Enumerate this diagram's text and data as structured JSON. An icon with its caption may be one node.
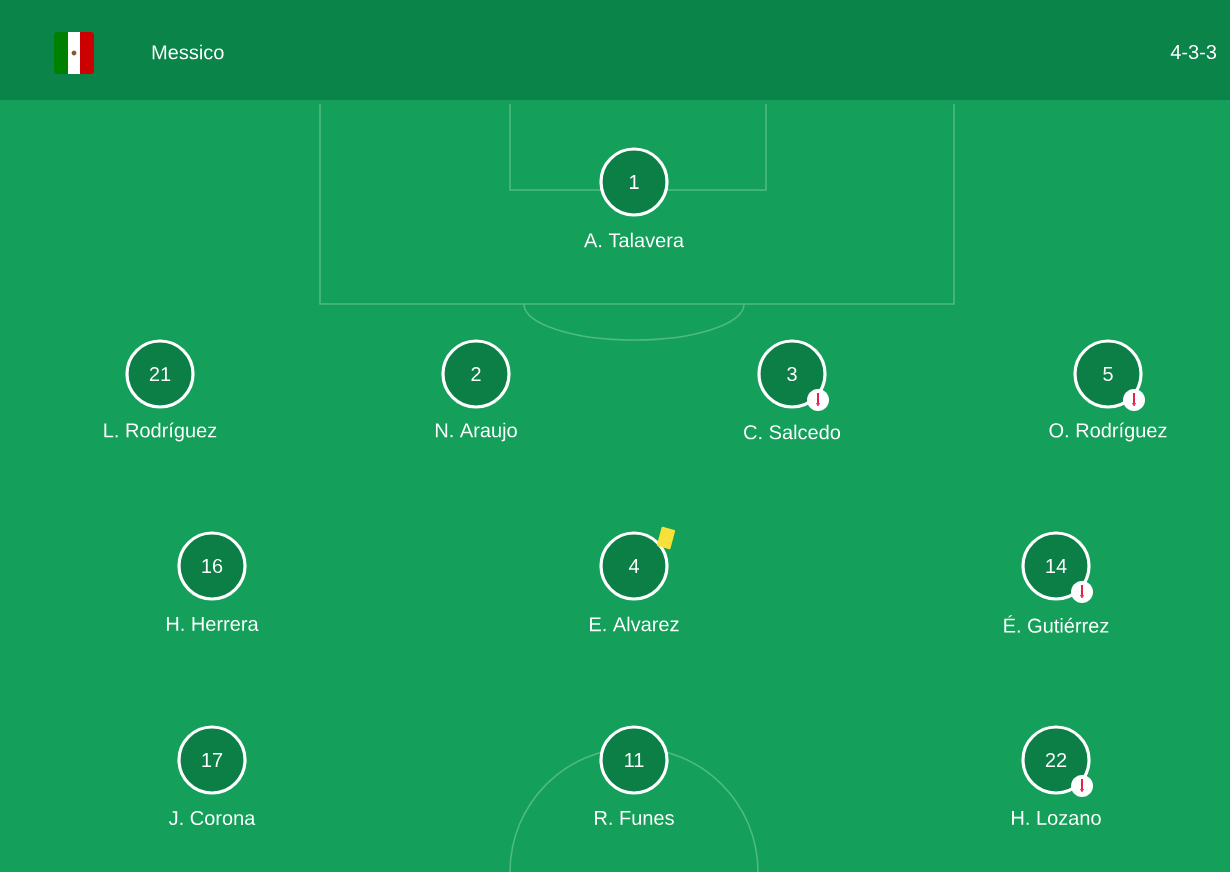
{
  "diagram": {
    "title": "Messico",
    "nodes": [
      {
        "text": [
          "1"
        ],
        "beside": [
          "A. Talavera"
        ]
      },
      {
        "text": [
          "21"
        ],
        "beside": [
          "L. Rodríguez"
        ]
      },
      {
        "text": [
          "2"
        ],
        "beside": [
          "N. Araujo"
        ]
      },
      {
        "text": [
          "3"
        ],
        "beside": [
          "C. Salcedo"
        ]
      },
      {
        "text": [
          "5"
        ],
        "beside": [
          "O. Rodríguez"
        ]
      },
      {
        "text": [
          "16"
        ],
        "beside": [
          "H. Herrera"
        ]
      },
      {
        "text": [
          "4"
        ],
        "beside": [
          "E. Alvarez"
        ]
      },
      {
        "text": [
          "14"
        ],
        "beside": [
          "É. Gutiérrez"
        ]
      },
      {
        "text": [
          "17"
        ],
        "beside": [
          "J. Corona"
        ]
      },
      {
        "text": [
          "11"
        ],
        "beside": [
          "R. Funes"
        ]
      },
      {
        "text": [
          "22"
        ],
        "beside": [
          "H. Lozano"
        ]
      }
    ],
    "labels": [
      "4-3-3"
    ]
  }
}
